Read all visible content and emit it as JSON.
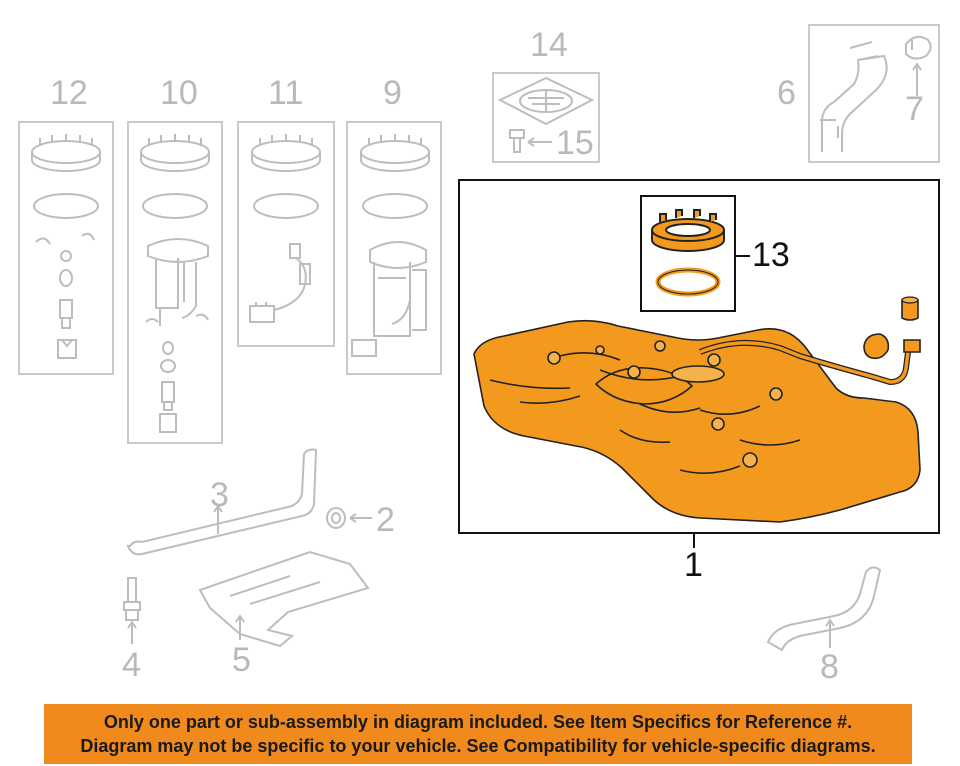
{
  "callouts": {
    "c1": "1",
    "c2": "2",
    "c3": "3",
    "c4": "4",
    "c5": "5",
    "c6": "6",
    "c7": "7",
    "c8": "8",
    "c9": "9",
    "c10": "10",
    "c11": "11",
    "c12": "12",
    "c13": "13",
    "c14": "14",
    "c15": "15"
  },
  "colors": {
    "highlight": "#f08a1c",
    "tank_fill": "#f39a1e",
    "muted_line": "#c9c9c9",
    "dark_line": "#111111"
  },
  "banner": {
    "line1": "Only one part or sub-assembly in diagram included. See Item Specifics for Reference #.",
    "line2": "Diagram may not be specific to your vehicle. See Compatibility for vehicle-specific diagrams."
  }
}
